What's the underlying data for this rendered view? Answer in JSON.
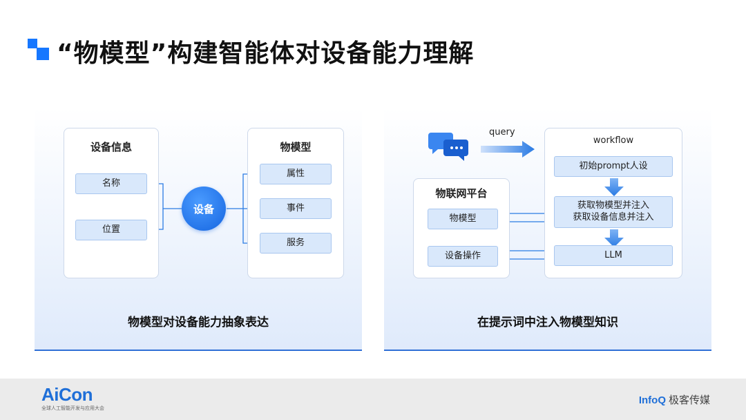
{
  "title": "“物模型”构建智能体对设备能力理解",
  "left_panel": {
    "device_info": {
      "title": "设备信息",
      "items": [
        "名称",
        "位置"
      ]
    },
    "center_label": "设备",
    "thing_model": {
      "title": "物模型",
      "items": [
        "属性",
        "事件",
        "服务"
      ]
    },
    "caption": "物模型对设备能力抽象表达"
  },
  "right_panel": {
    "query_label": "query",
    "iot_platform": {
      "title": "物联网平台",
      "items": [
        "物模型",
        "设备操作"
      ]
    },
    "workflow": {
      "title": "workflow",
      "steps": [
        "初始prompt人设",
        "获取物模型并注入\n获取设备信息并注入",
        "LLM"
      ]
    },
    "caption": "在提示词中注入物模型知识"
  },
  "footer": {
    "brand": "AiCon",
    "brand_sub": "全球人工智能开发与应用大会",
    "partner_logo": "InfoQ",
    "partner_name": "极客传媒"
  },
  "colors": {
    "accent": "#1677ff",
    "pill_bg": "#d9e8fb",
    "arrow": "#2a7be4"
  }
}
